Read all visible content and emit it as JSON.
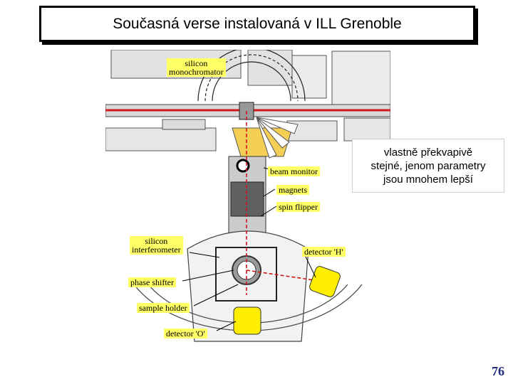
{
  "slide": {
    "title": "Současná verse instalovaná v ILL Grenoble",
    "callout_lines": [
      "vlastně překvapivě",
      "stejné, jenom parametry",
      "jsou mnohem lepší"
    ],
    "page_number": "76"
  },
  "diagram": {
    "labels": {
      "silicon_monochromator": [
        "silicon",
        "monochromator"
      ],
      "beam_monitor": "beam monitor",
      "magnets": "magnets",
      "spin_flipper": "spin flipper",
      "silicon_interferometer": [
        "silicon",
        "interferometer"
      ],
      "detector_h": "detector 'H'",
      "phase_shifter": "phase shifter",
      "sample_holder": "sample holder",
      "detector_o": "detector 'O'"
    }
  },
  "colors": {
    "label_bg": "#ffff66",
    "beam": "#d01818",
    "detector": "#ffee00",
    "page_number": "#1c2c7a"
  }
}
